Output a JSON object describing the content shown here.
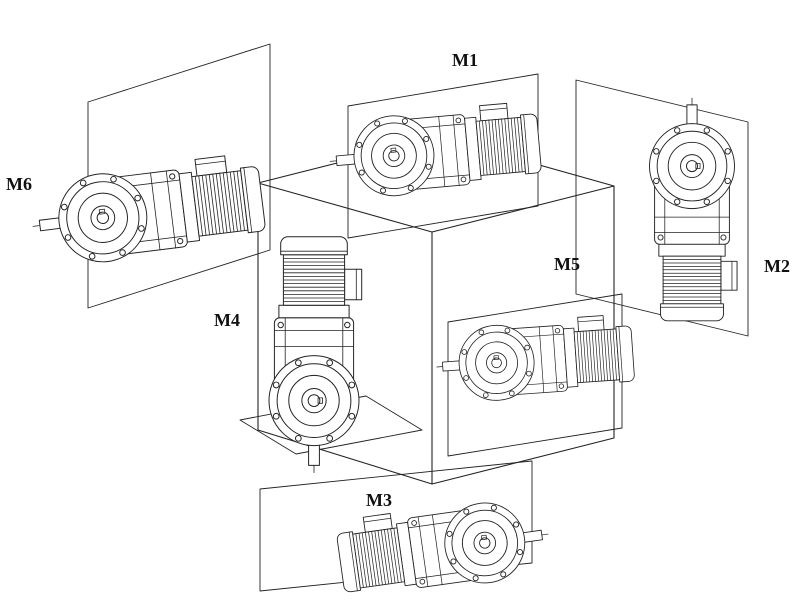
{
  "diagram": {
    "labels": {
      "m1": "M1",
      "m2": "M2",
      "m3": "M3",
      "m4": "M4",
      "m5": "M5",
      "m6": "M6"
    },
    "line_color": "#232323",
    "background": "#ffffff"
  }
}
